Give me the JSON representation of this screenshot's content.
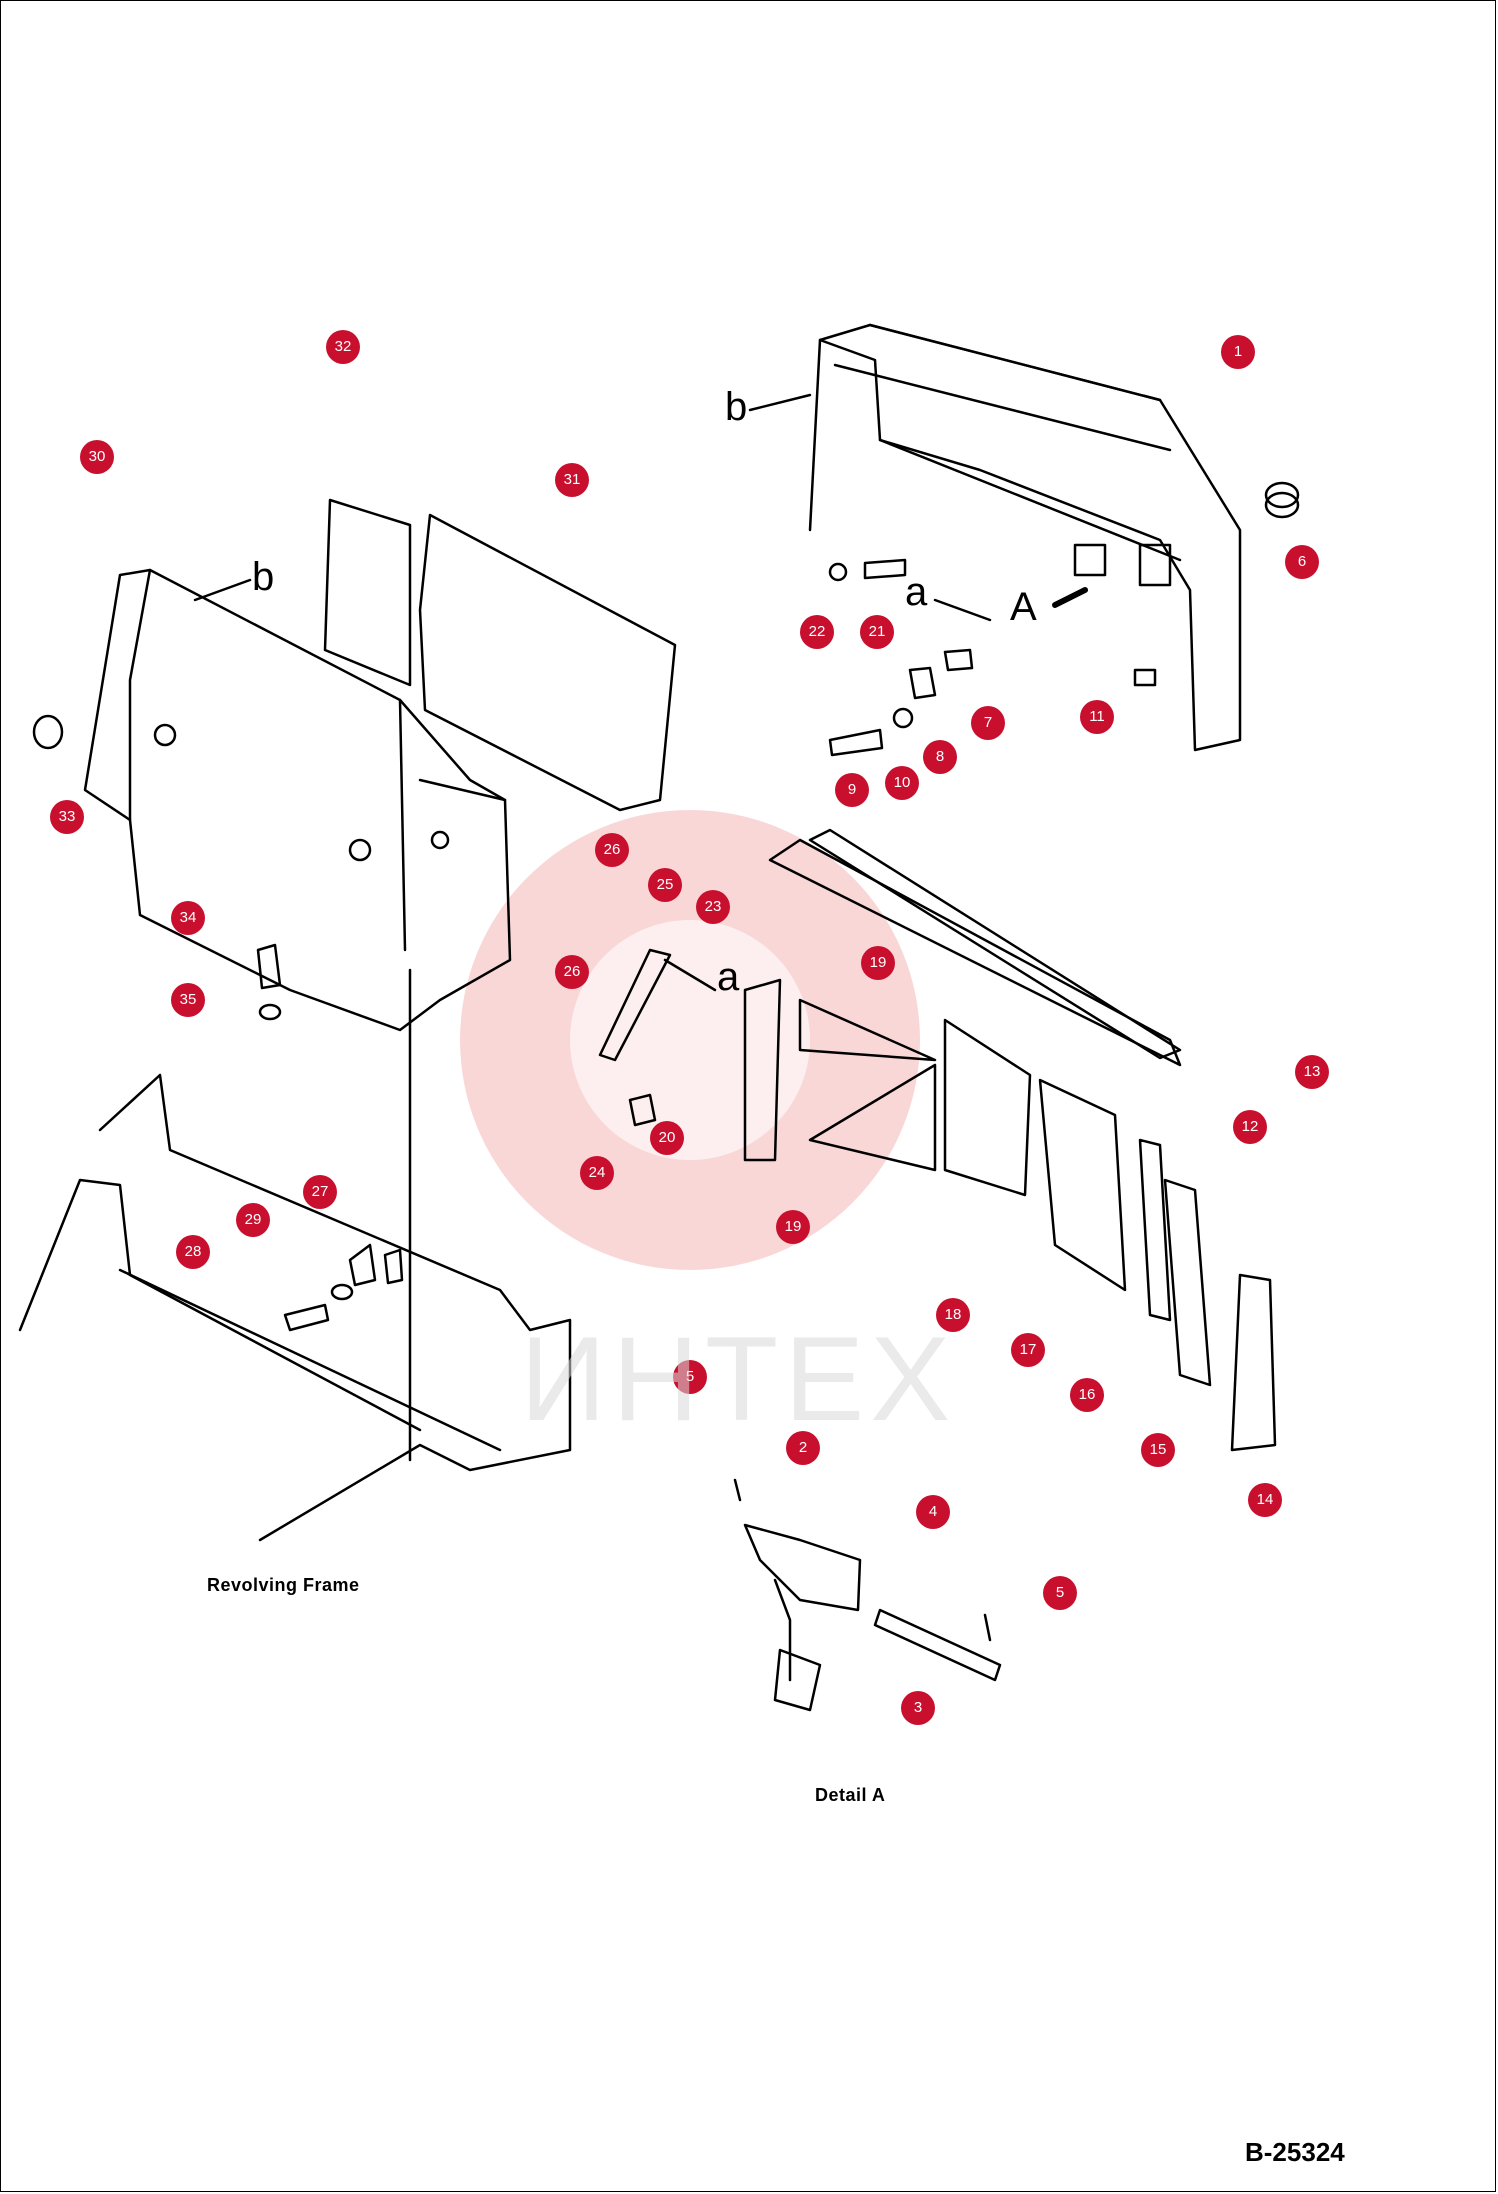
{
  "captions": {
    "revolving_frame": "Revolving Frame",
    "detail": "Detail A",
    "drawing_code": "B-25324",
    "watermark": "ИНТЕХ"
  },
  "letters": [
    "b",
    "b",
    "a",
    "a",
    "A"
  ],
  "callouts": [
    "1",
    "2",
    "3",
    "4",
    "5",
    "5",
    "6",
    "7",
    "8",
    "9",
    "10",
    "11",
    "12",
    "13",
    "14",
    "15",
    "16",
    "17",
    "18",
    "19",
    "19",
    "20",
    "21",
    "22",
    "23",
    "24",
    "25",
    "26",
    "26",
    "27",
    "28",
    "29",
    "30",
    "31",
    "32",
    "33",
    "34",
    "35"
  ],
  "colors": {
    "callout": "#c8102e",
    "line": "#000000",
    "watermark": "#f2b8b8"
  }
}
